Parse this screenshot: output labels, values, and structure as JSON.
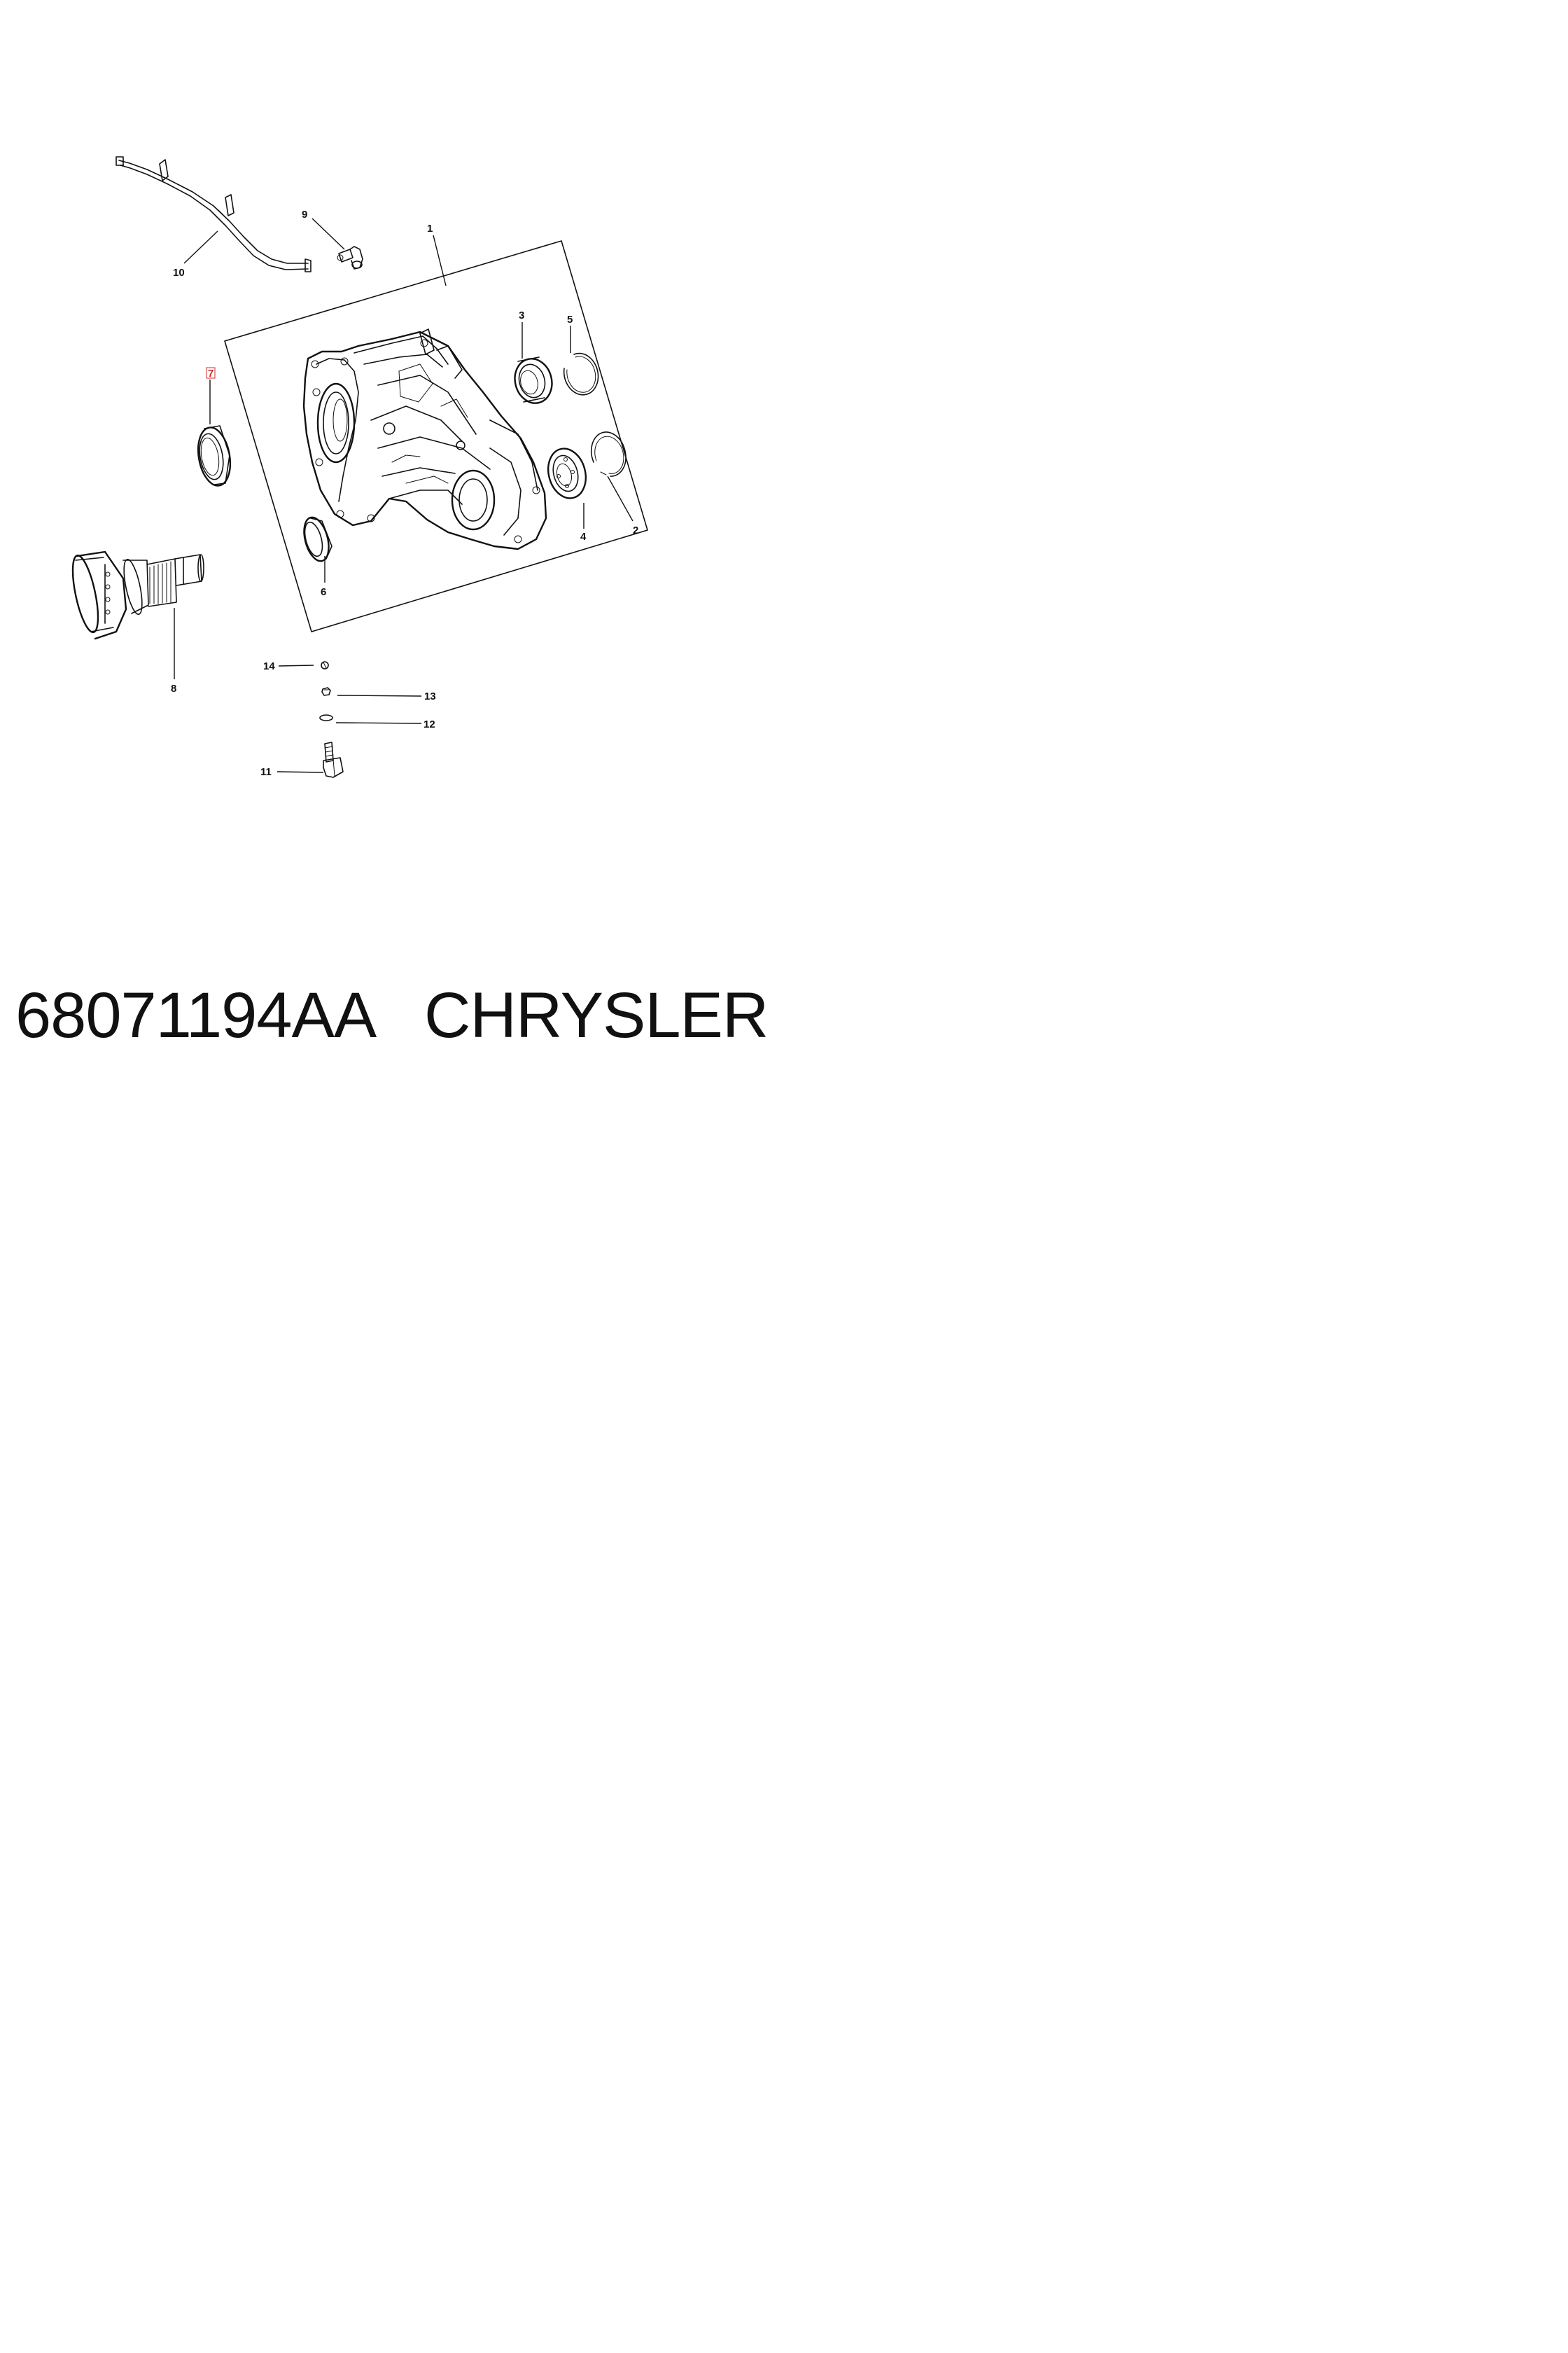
{
  "diagram": {
    "callouts": {
      "c1": "1",
      "c2": "2",
      "c3": "3",
      "c4": "4",
      "c5": "5",
      "c6": "6",
      "c7": "7",
      "c8": "8",
      "c9": "9",
      "c10": "10",
      "c11": "11",
      "c12": "12",
      "c13": "13",
      "c14": "14"
    },
    "highlighted_callout": "7",
    "highlight_color": "#d62828"
  },
  "footer": {
    "part_number": "68071194AA",
    "brand": "CHRYSLER"
  }
}
